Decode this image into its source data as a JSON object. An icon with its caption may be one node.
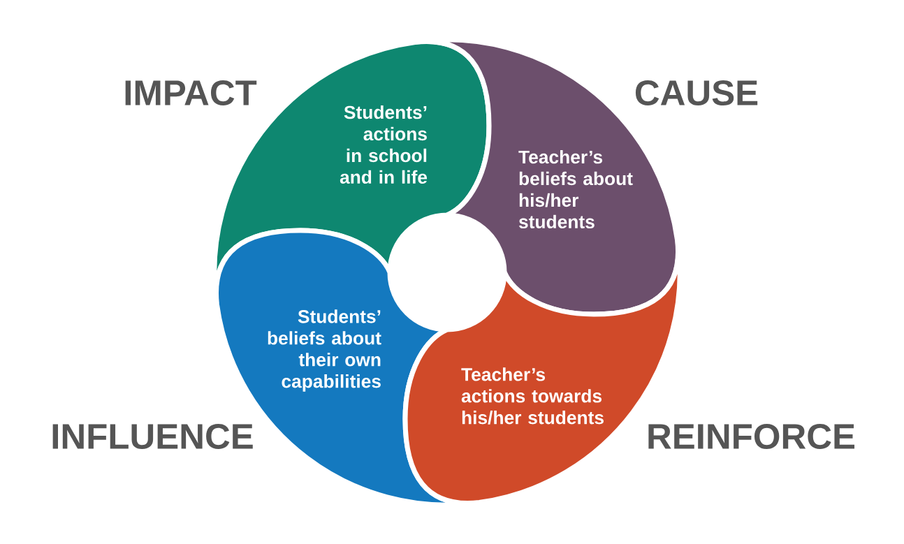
{
  "diagram": {
    "nodes": [
      {
        "text": [
          "Students’ actions in school and in life"
        ],
        "beside": [
          "IMPACT"
        ]
      },
      {
        "text": [
          "Teacher’s beliefs about his/her students"
        ],
        "beside": [
          "CAUSE"
        ]
      },
      {
        "text": [
          "Students’ beliefs about their own capabilities"
        ],
        "beside": [
          "INFLUENCE"
        ]
      },
      {
        "text": [
          "Teacher’s actions towards his/her students"
        ],
        "beside": [
          "REINFORCE"
        ]
      }
    ],
    "edges": []
  }
}
